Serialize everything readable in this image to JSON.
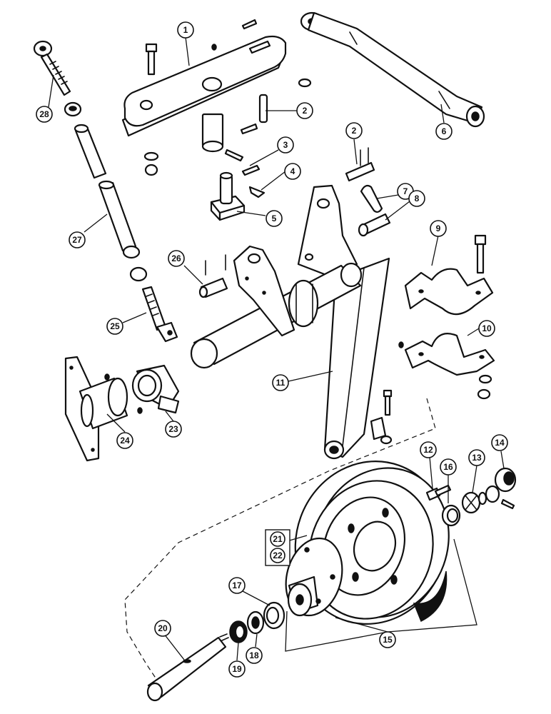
{
  "callouts": {
    "c1": "1",
    "c2a": "2",
    "c2b": "2",
    "c3": "3",
    "c4": "4",
    "c5": "5",
    "c6": "6",
    "c7": "7",
    "c8": "8",
    "c9": "9",
    "c10": "10",
    "c11": "11",
    "c12": "12",
    "c13": "13",
    "c14": "14",
    "c15": "15",
    "c16": "16",
    "c17": "17",
    "c18": "18",
    "c19": "19",
    "c20": "20",
    "c21": "21",
    "c22": "22",
    "c23": "23",
    "c24": "24",
    "c25": "25",
    "c26": "26",
    "c27": "27",
    "c28": "28"
  }
}
